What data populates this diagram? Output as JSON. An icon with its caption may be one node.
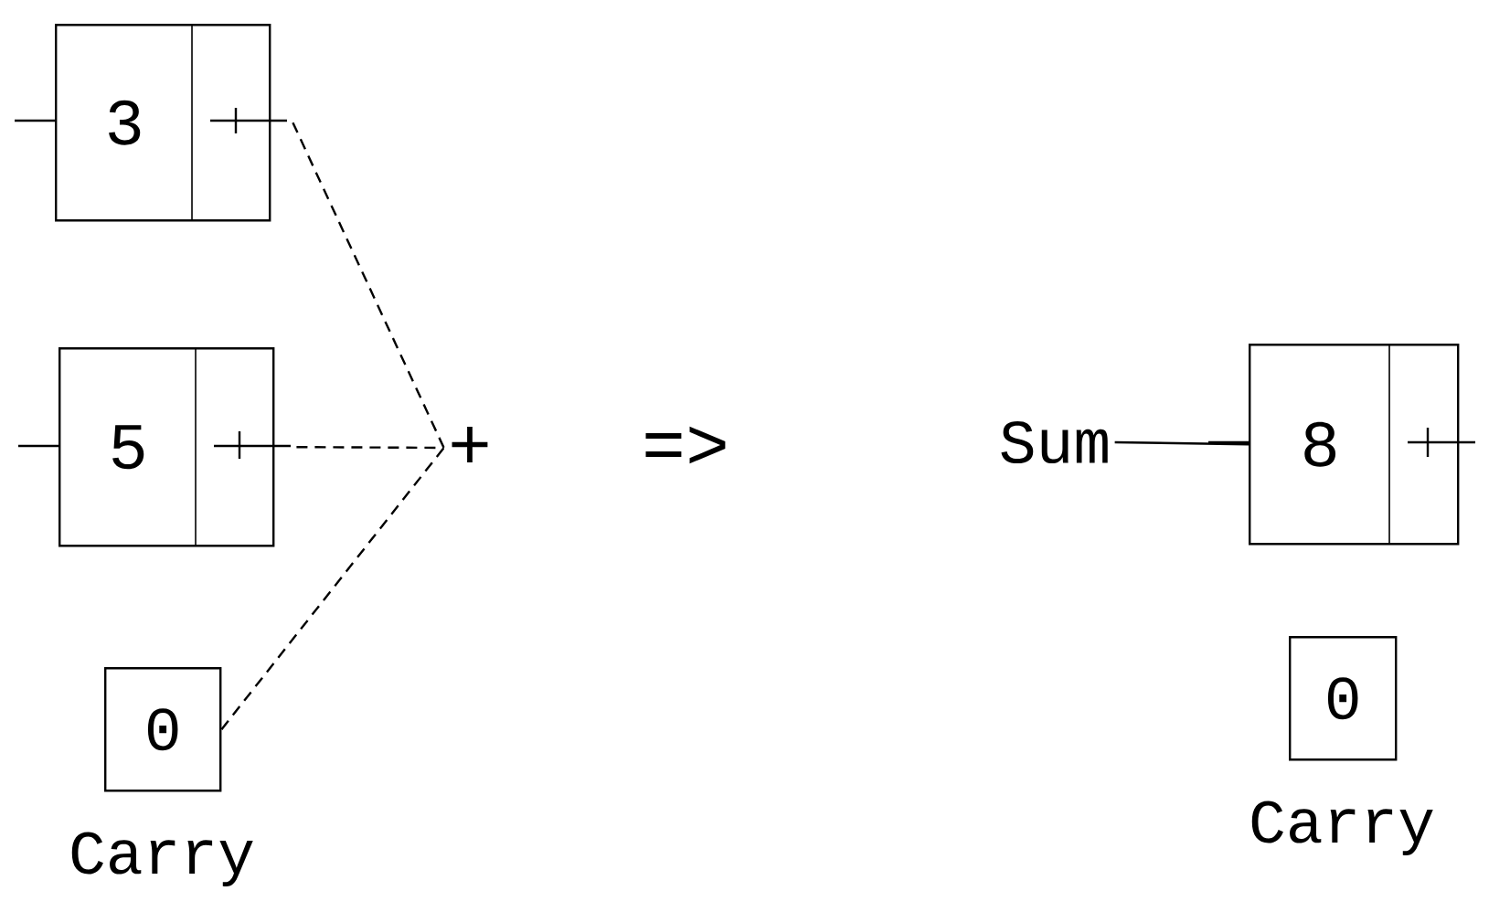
{
  "diagram": {
    "nodes": [
      {
        "text": [
          "3"
        ]
      },
      {
        "text": [
          "5"
        ]
      },
      {
        "text": [
          "0"
        ],
        "beside": [
          "Carry"
        ]
      },
      {
        "text": [
          "+"
        ]
      },
      {
        "text": [
          "Sum"
        ]
      },
      {
        "text": [
          "8"
        ]
      },
      {
        "text": [
          "0"
        ],
        "beside": [
          "Carry"
        ]
      }
    ],
    "edges": [
      {
        "from": 0,
        "to": 3,
        "arrow": "none",
        "style": "dashed"
      },
      {
        "from": 1,
        "to": 3,
        "arrow": "none",
        "style": "dashed"
      },
      {
        "from": 2,
        "to": 3,
        "arrow": "none",
        "style": "dashed"
      },
      {
        "from": 4,
        "to": 5,
        "arrow": "none"
      }
    ],
    "labels": [
      "=>"
    ]
  }
}
